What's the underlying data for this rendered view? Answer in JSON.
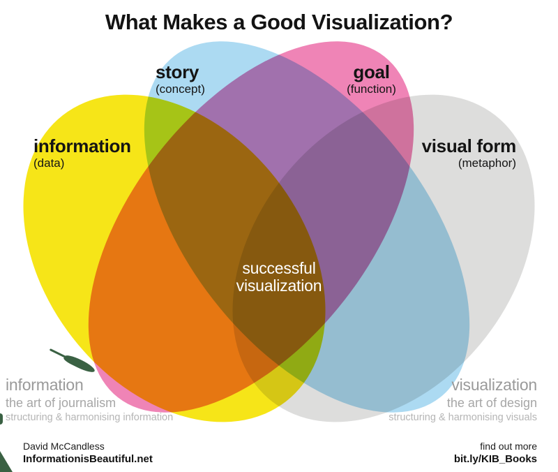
{
  "title": "What Makes a Good Visualization?",
  "diagram": {
    "type": "venn-4",
    "sets": [
      {
        "label": "information",
        "sublabel": "(data)",
        "color": "#f6e40e"
      },
      {
        "label": "story",
        "sublabel": "(concept)",
        "color": "#a9d9f2"
      },
      {
        "label": "goal",
        "sublabel": "(function)",
        "color": "#ef7fb3"
      },
      {
        "label": "visual form",
        "sublabel": "(metaphor)",
        "color": "#dcdcdb"
      }
    ],
    "intersection_label": {
      "line1": "successful",
      "line2": "visualization"
    }
  },
  "annotations": {
    "left": {
      "heading": "information",
      "line1": "the art of journalism",
      "line2": "structuring & harmonising information"
    },
    "right": {
      "heading": "visualization",
      "line1": "the art of design",
      "line2": "structuring & harmonising visuals"
    }
  },
  "footer": {
    "left": {
      "line1": "David McCandless",
      "line2": "InformationisBeautiful.net"
    },
    "right": {
      "line1": "find out more",
      "line2": "bit.ly/KIB_Books"
    }
  },
  "artifact_color": "#3a6143",
  "text_colors": {
    "title": "#131313",
    "center_label": "#ffffff",
    "annotation_grey": "#9a9a9a"
  }
}
